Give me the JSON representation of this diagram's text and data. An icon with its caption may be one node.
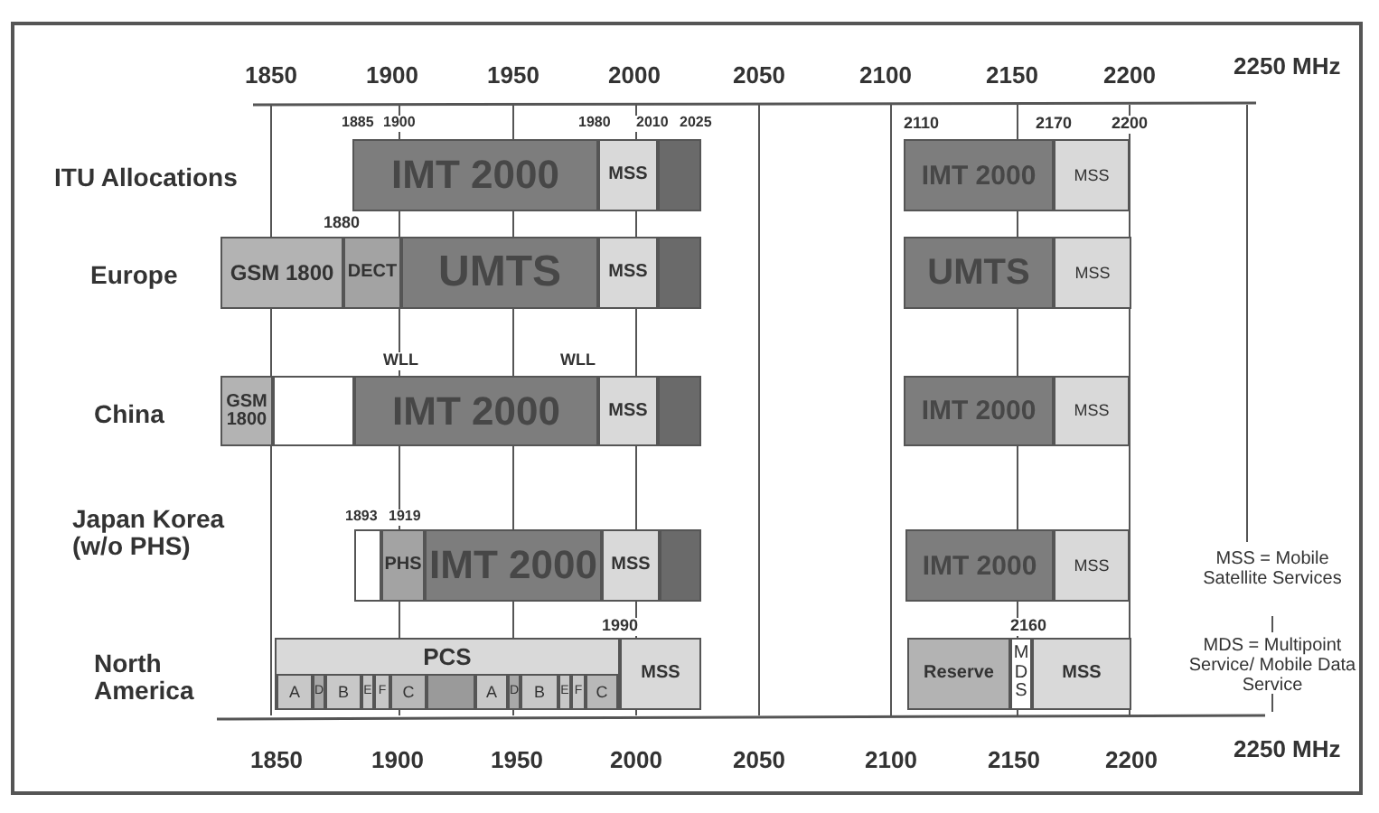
{
  "diagram": {
    "nodes": [
      {
        "text": [
          "IMT 2000"
        ]
      },
      {
        "text": [
          "MSS"
        ]
      },
      {
        "text": [],
        "shape": "box"
      },
      {
        "text": [
          "IMT 2000"
        ]
      },
      {
        "text": [
          "MSS"
        ]
      },
      {
        "text": [
          "GSM 1800"
        ]
      },
      {
        "text": [
          "DECT"
        ]
      },
      {
        "text": [
          "UMTS"
        ]
      },
      {
        "text": [
          "MSS"
        ]
      },
      {
        "text": [],
        "shape": "box"
      },
      {
        "text": [
          "UMTS"
        ]
      },
      {
        "text": [
          "MSS"
        ]
      },
      {
        "text": [
          "GSM 1800"
        ]
      },
      {
        "text": [],
        "shape": "box"
      },
      {
        "text": [
          "IMT 2000"
        ]
      },
      {
        "text": [
          "MSS"
        ]
      },
      {
        "text": [],
        "shape": "box"
      },
      {
        "text": [
          "IMT 2000"
        ]
      },
      {
        "text": [
          "MSS"
        ]
      },
      {
        "text": [],
        "shape": "box"
      },
      {
        "text": [
          "PHS"
        ]
      },
      {
        "text": [
          "IMT 2000"
        ]
      },
      {
        "text": [
          "MSS"
        ]
      },
      {
        "text": [],
        "shape": "box"
      },
      {
        "text": [
          "IMT 2000"
        ]
      },
      {
        "text": [
          "MSS"
        ]
      },
      {
        "text": [
          "PCS"
        ]
      },
      {
        "text": [
          "A"
        ],
        "in": 26
      },
      {
        "text": [
          "D"
        ],
        "in": 26
      },
      {
        "text": [
          "B"
        ],
        "in": 26
      },
      {
        "text": [
          "E"
        ],
        "in": 26
      },
      {
        "text": [
          "F"
        ],
        "in": 26
      },
      {
        "text": [
          "C"
        ],
        "in": 26
      },
      {
        "text": [],
        "shape": "box",
        "in": 26
      },
      {
        "text": [
          "A"
        ],
        "in": 26
      },
      {
        "text": [
          "D"
        ],
        "in": 26
      },
      {
        "text": [
          "B"
        ],
        "in": 26
      },
      {
        "text": [
          "E"
        ],
        "in": 26
      },
      {
        "text": [
          "F"
        ],
        "in": 26
      },
      {
        "text": [
          "C"
        ],
        "in": 26
      },
      {
        "text": [
          "MSS"
        ]
      },
      {
        "text": [
          "Reserve"
        ]
      },
      {
        "text": [
          "MDS"
        ]
      },
      {
        "text": [
          "MSS"
        ]
      }
    ],
    "labels": [
      "1850",
      "1900",
      "1950",
      "2000",
      "2050",
      "2100",
      "2150",
      "2200",
      "2250 MHz",
      "1885",
      "1900",
      "1980",
      "2010",
      "2025",
      "2110",
      "2170",
      "2200",
      "ITU Allocations",
      "1880",
      "Europe",
      "WLL",
      "WLL",
      "China",
      "1893",
      "1919",
      "Japan Korea (w/o PHS)",
      "MSS = Mobile Satellite Services",
      "1990",
      "2160",
      "North America",
      "MDS = Multipoint Service/ Mobile Data Service",
      "1850",
      "1900",
      "1950",
      "2000",
      "2050",
      "2100",
      "2150",
      "2200",
      "2250 MHz"
    ]
  }
}
